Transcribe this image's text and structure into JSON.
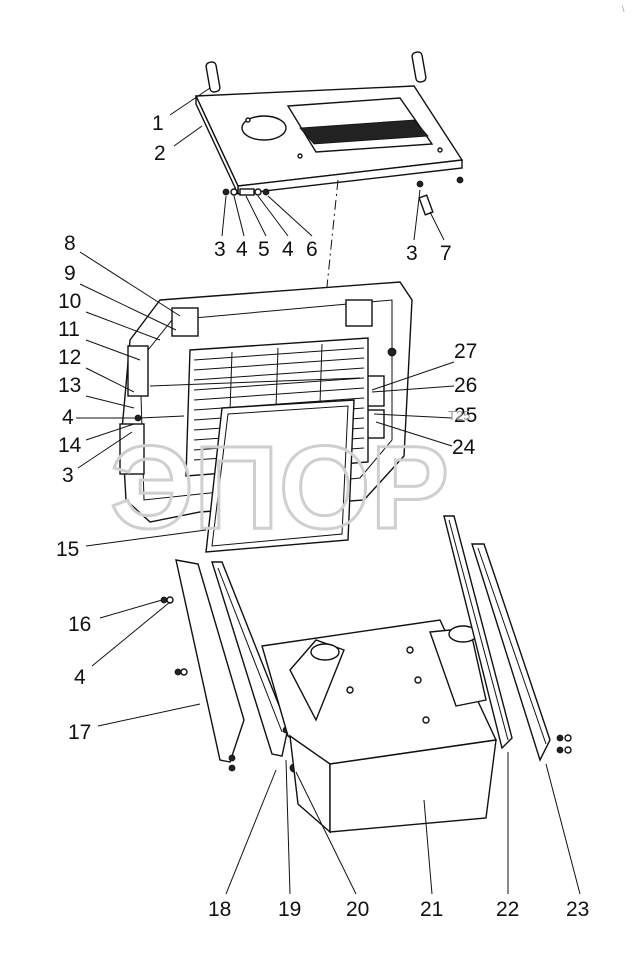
{
  "corner_mark": "\\",
  "watermark": "ЭПОР",
  "stray_label": "T25",
  "callouts": [
    "1",
    "2",
    "3",
    "4",
    "5",
    "4",
    "6",
    "3",
    "7",
    "8",
    "9",
    "10",
    "11",
    "12",
    "13",
    "4",
    "14",
    "3",
    "27",
    "26",
    "25",
    "24",
    "15",
    "16",
    "4",
    "17",
    "18",
    "19",
    "20",
    "21",
    "22",
    "23"
  ]
}
